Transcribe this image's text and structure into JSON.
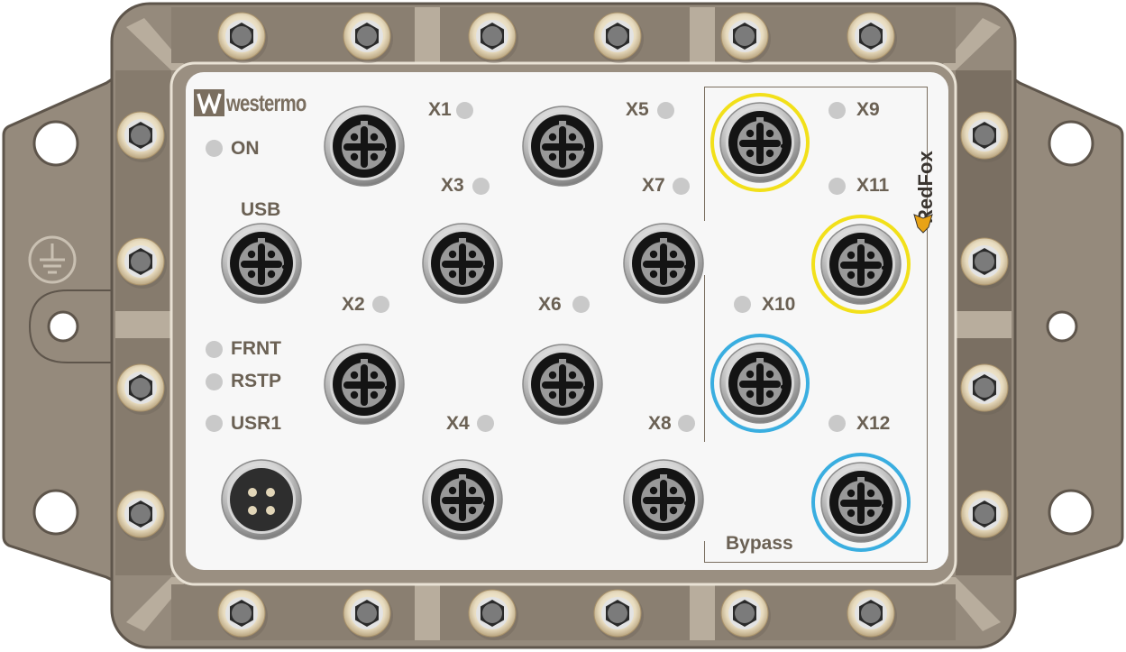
{
  "device": {
    "brand_logo_text": "westermo",
    "product_mark": "RedFox",
    "colors": {
      "housing": "#958a7c",
      "housing_dark": "#766c5f",
      "housing_light": "#b8ad9d",
      "panel": "#f7f7f7",
      "label_text": "#6b6154",
      "led_off": "#c9c9c9",
      "ring_yellow": "#f2e01a",
      "ring_blue": "#3aaee0",
      "redfox_accent": "#e8a316"
    }
  },
  "status_leds": [
    {
      "label": "ON"
    },
    {
      "label": "FRNT"
    },
    {
      "label": "RSTP"
    },
    {
      "label": "USR1"
    }
  ],
  "usb": {
    "label": "USB"
  },
  "ports": [
    {
      "label": "X1"
    },
    {
      "label": "X2"
    },
    {
      "label": "X3"
    },
    {
      "label": "X4"
    },
    {
      "label": "X5"
    },
    {
      "label": "X6"
    },
    {
      "label": "X7"
    },
    {
      "label": "X8"
    },
    {
      "label": "X9",
      "ring": "yellow"
    },
    {
      "label": "X10",
      "ring": "blue"
    },
    {
      "label": "X11",
      "ring": "yellow"
    },
    {
      "label": "X12",
      "ring": "blue"
    }
  ],
  "bypass": {
    "label": "Bypass"
  }
}
